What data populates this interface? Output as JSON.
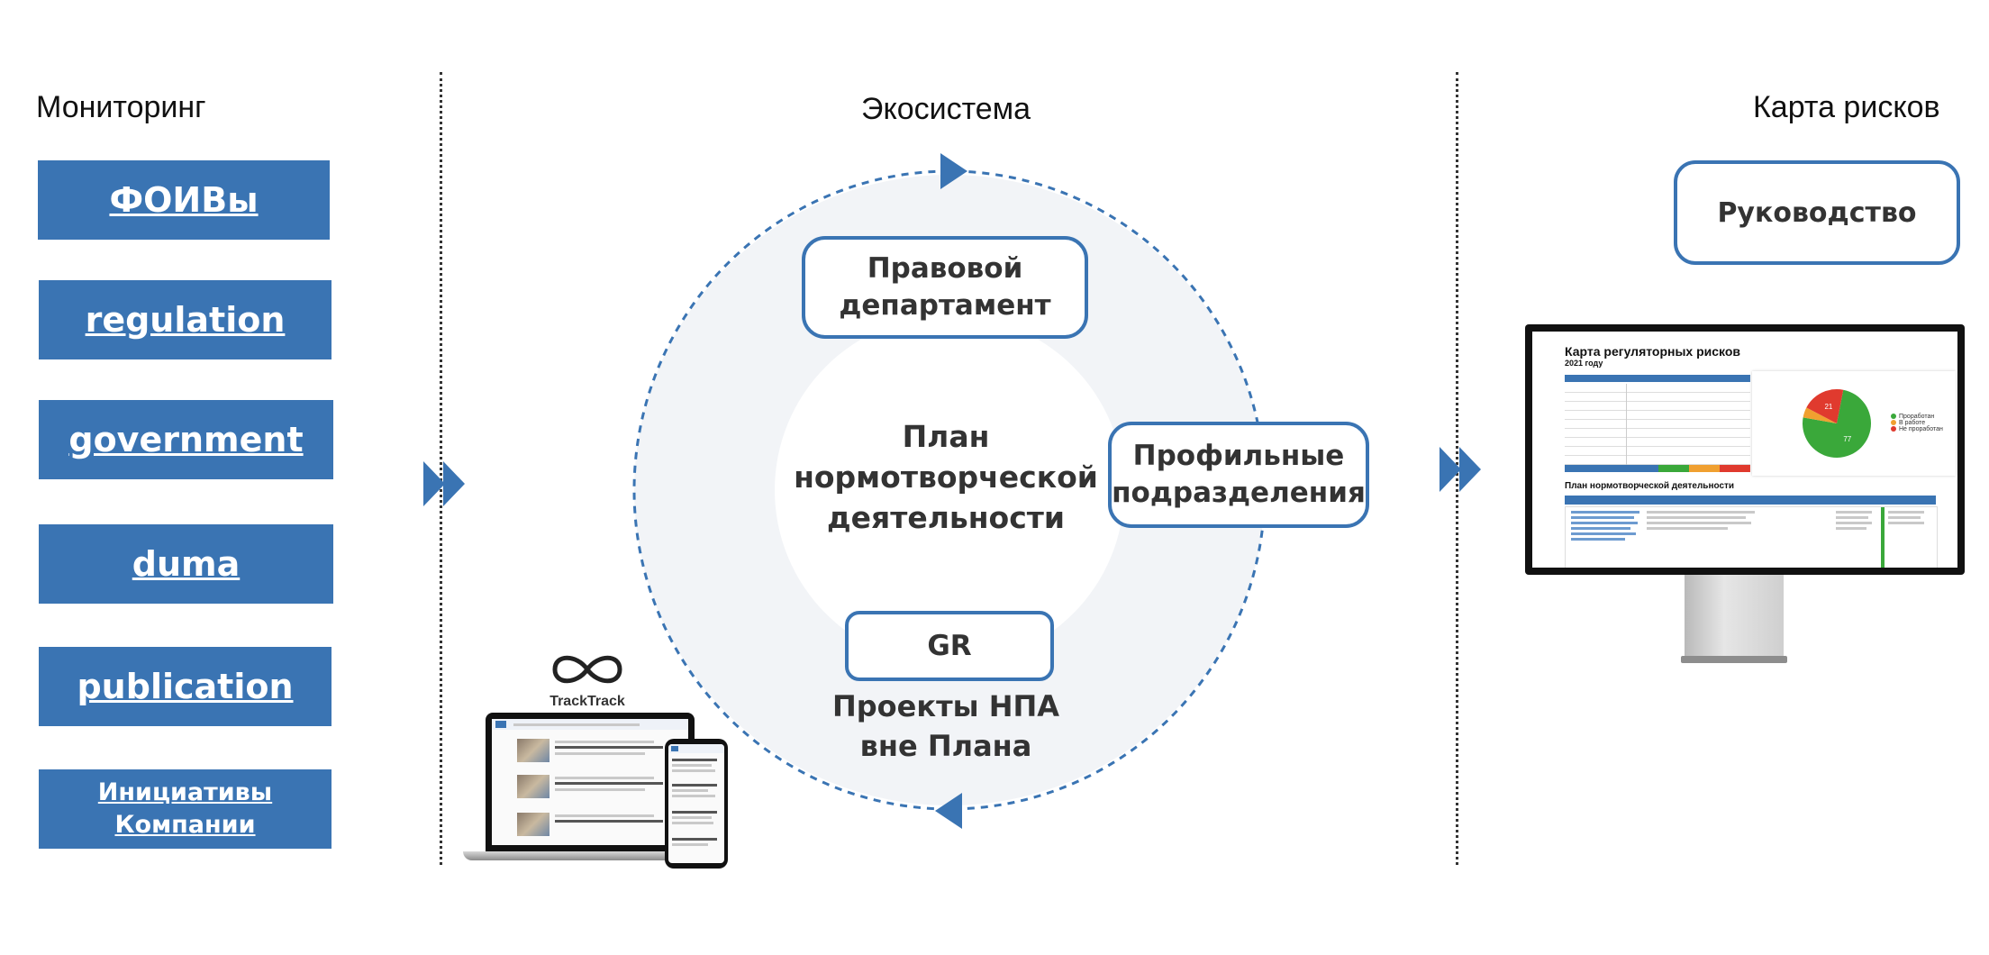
{
  "sections": {
    "monitoring_title": "Мониторинг",
    "ecosystem_title": "Экосистема",
    "riskmap_title": "Карта рисков"
  },
  "monitoring": {
    "items": [
      {
        "label": "ФОИВы"
      },
      {
        "label": "regulation"
      },
      {
        "label": "government"
      },
      {
        "label": "duma"
      },
      {
        "label": "publication"
      },
      {
        "label_line1": "Инициативы",
        "label_line2": "Компании"
      }
    ]
  },
  "ecosystem": {
    "center_line1": "План",
    "center_line2": "нормотворческой",
    "center_line3": "деятельности",
    "legal_line1": "Правовой",
    "legal_line2": "департамент",
    "profile_line1": "Профильные",
    "profile_line2": "подразделения",
    "gr_label": "GR",
    "projects_line1": "Проекты НПА",
    "projects_line2": "вне Плана"
  },
  "tracktrack": {
    "brand": "TrackTrack"
  },
  "riskmap": {
    "management_label": "Руководство",
    "screen_title": "Карта регуляторных рисков",
    "screen_subtitle": "2021 году",
    "plan_title": "План нормотворческой деятельности",
    "pie_legend": [
      "Проработан",
      "В работе",
      "Не проработан"
    ],
    "pie_values": [
      77,
      5,
      21
    ]
  },
  "colors": {
    "accent": "#3a74b3",
    "pie_green": "#3aa83a",
    "pie_orange": "#f0a030",
    "pie_red": "#e03a2e"
  }
}
